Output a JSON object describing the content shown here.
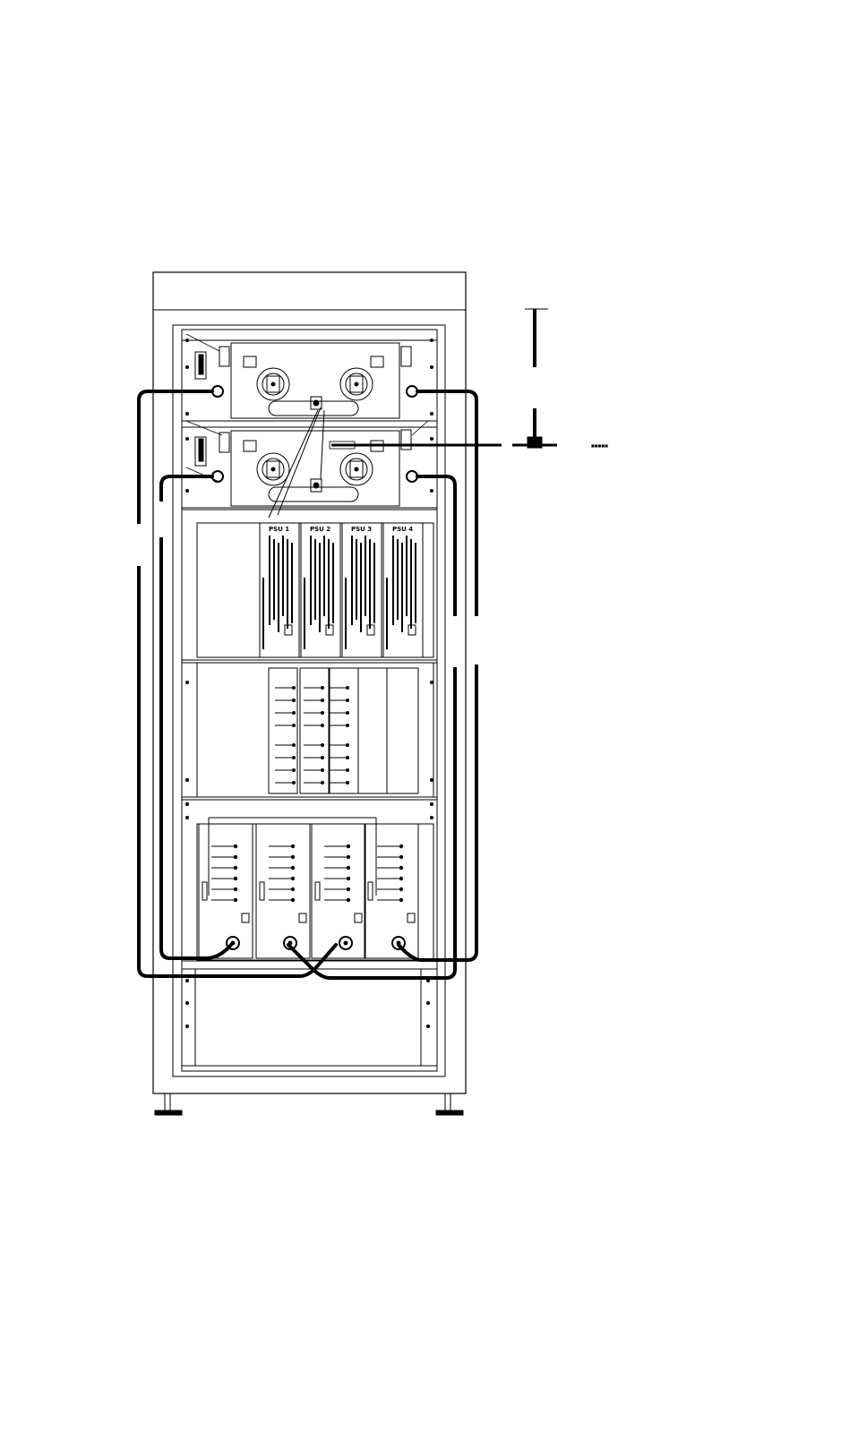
{
  "diagram": {
    "psu_labels": [
      "PSU 1",
      "PSU 2",
      "PSU 3",
      "PSU 4"
    ],
    "inset_label": "■■■■■"
  },
  "colors": {
    "line": "#000000",
    "background": "#ffffff"
  }
}
